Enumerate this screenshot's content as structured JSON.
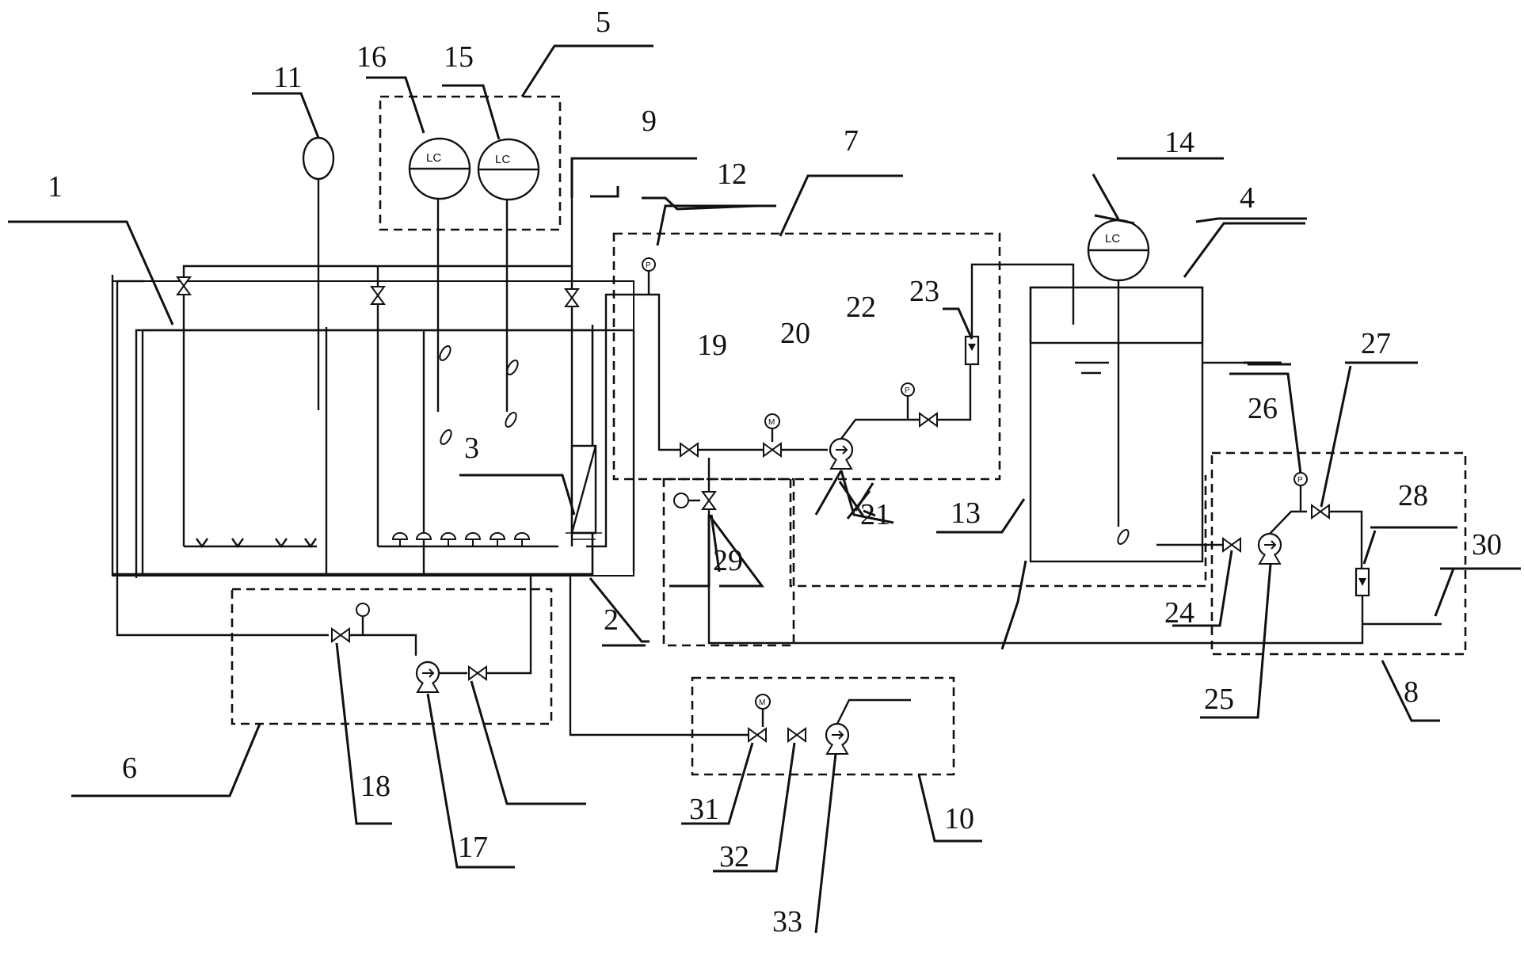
{
  "labels": {
    "n1": "1",
    "n2": "2",
    "n3": "3",
    "n4": "4",
    "n5": "5",
    "n6": "6",
    "n7": "7",
    "n8": "8",
    "n9": "9",
    "n10": "10",
    "n11": "11",
    "n12": "12",
    "n13": "13",
    "n14": "14",
    "n15": "15",
    "n16": "16",
    "n17": "17",
    "n18": "18",
    "n19": "19",
    "n20": "20",
    "n21": "21",
    "n22": "22",
    "n23": "23",
    "n24": "24",
    "n25": "25",
    "n26": "26",
    "n27": "27",
    "n28": "28",
    "n29": "29",
    "n30": "30",
    "n31": "31",
    "n32": "32",
    "n33": "33"
  },
  "level_controller_text": "LC",
  "pressure_gauge_text": "P",
  "motor_valve_text": "M"
}
